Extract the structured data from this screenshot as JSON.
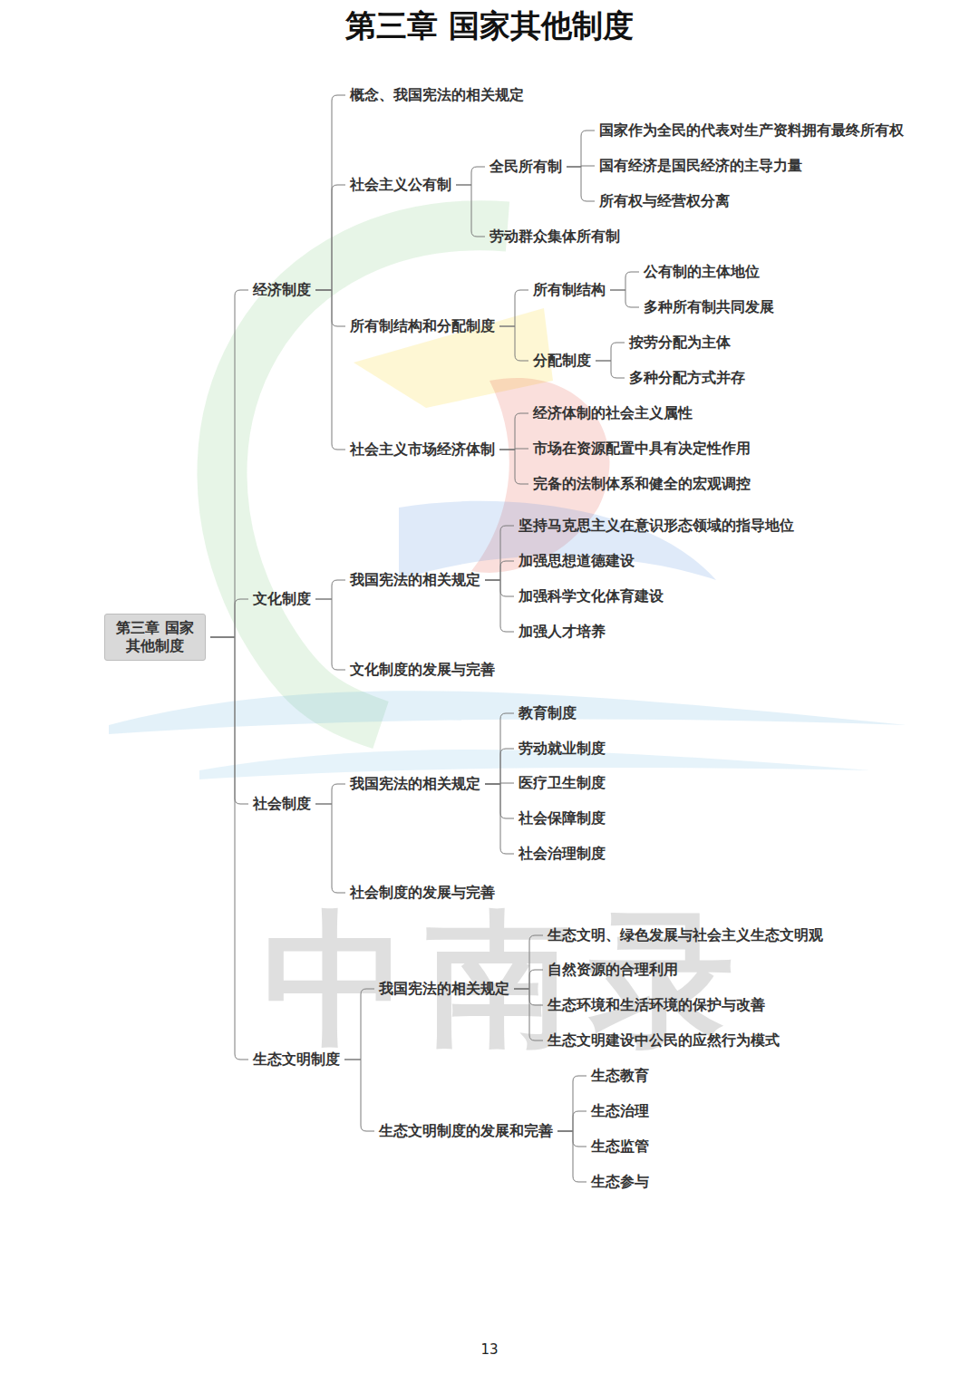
{
  "diagram": {
    "title": "第三章 国家其他制度",
    "nodes": [
      {
        "text": [
          "第三章 国家其他制度"
        ]
      },
      {
        "text": [
          "经济制度"
        ]
      },
      {
        "text": [
          "概念、我国宪法的相关规定"
        ]
      },
      {
        "text": [
          "社会主义公有制"
        ]
      },
      {
        "text": [
          "全民所有制"
        ]
      },
      {
        "text": [
          "国家作为全民的代表对生产资料拥有最终所有权"
        ]
      },
      {
        "text": [
          "国有经济是国民经济的主导力量"
        ]
      },
      {
        "text": [
          "所有权与经营权分离"
        ]
      },
      {
        "text": [
          "劳动群众集体所有制"
        ]
      },
      {
        "text": [
          "所有制结构和分配制度"
        ]
      },
      {
        "text": [
          "所有制结构"
        ]
      },
      {
        "text": [
          "公有制的主体地位"
        ]
      },
      {
        "text": [
          "多种所有制共同发展"
        ]
      },
      {
        "text": [
          "分配制度"
        ]
      },
      {
        "text": [
          "按劳分配为主体"
        ]
      },
      {
        "text": [
          "多种分配方式并存"
        ]
      },
      {
        "text": [
          "社会主义市场经济体制"
        ]
      },
      {
        "text": [
          "经济体制的社会主义属性"
        ]
      },
      {
        "text": [
          "市场在资源配置中具有决定性作用"
        ]
      },
      {
        "text": [
          "完备的法制体系和健全的宏观调控"
        ]
      },
      {
        "text": [
          "文化制度"
        ]
      },
      {
        "text": [
          "我国宪法的相关规定"
        ]
      },
      {
        "text": [
          "坚持马克思主义在意识形态领域的指导地位"
        ]
      },
      {
        "text": [
          "加强思想道德建设"
        ]
      },
      {
        "text": [
          "加强科学文化体育建设"
        ]
      },
      {
        "text": [
          "加强人才培养"
        ]
      },
      {
        "text": [
          "文化制度的发展与完善"
        ]
      },
      {
        "text": [
          "社会制度"
        ]
      },
      {
        "text": [
          "我国宪法的相关规定"
        ]
      },
      {
        "text": [
          "教育制度"
        ]
      },
      {
        "text": [
          "劳动就业制度"
        ]
      },
      {
        "text": [
          "医疗卫生制度"
        ]
      },
      {
        "text": [
          "社会保障制度"
        ]
      },
      {
        "text": [
          "社会治理制度"
        ]
      },
      {
        "text": [
          "社会制度的发展与完善"
        ]
      },
      {
        "text": [
          "生态文明制度"
        ]
      },
      {
        "text": [
          "我国宪法的相关规定"
        ]
      },
      {
        "text": [
          "生态文明、绿色发展与社会主义生态文明观"
        ]
      },
      {
        "text": [
          "自然资源的合理利用"
        ]
      },
      {
        "text": [
          "生态环境和生活环境的保护与改善"
        ]
      },
      {
        "text": [
          "生态文明建设中公民的应然行为模式"
        ]
      },
      {
        "text": [
          "生态文明制度的发展和完善"
        ]
      },
      {
        "text": [
          "生态教育"
        ]
      },
      {
        "text": [
          "生态治理"
        ]
      },
      {
        "text": [
          "生态监管"
        ]
      },
      {
        "text": [
          "生态参与"
        ]
      }
    ],
    "edges": [
      {
        "from": 0,
        "to": 1,
        "arrow": "none"
      },
      {
        "from": 1,
        "to": 2,
        "arrow": "none"
      },
      {
        "from": 1,
        "to": 3,
        "arrow": "none"
      },
      {
        "from": 3,
        "to": 4,
        "arrow": "none"
      },
      {
        "from": 4,
        "to": 5,
        "arrow": "none"
      },
      {
        "from": 4,
        "to": 6,
        "arrow": "none"
      },
      {
        "from": 4,
        "to": 7,
        "arrow": "none"
      },
      {
        "from": 3,
        "to": 8,
        "arrow": "none"
      },
      {
        "from": 1,
        "to": 9,
        "arrow": "none"
      },
      {
        "from": 9,
        "to": 10,
        "arrow": "none"
      },
      {
        "from": 10,
        "to": 11,
        "arrow": "none"
      },
      {
        "from": 10,
        "to": 12,
        "arrow": "none"
      },
      {
        "from": 9,
        "to": 13,
        "arrow": "none"
      },
      {
        "from": 13,
        "to": 14,
        "arrow": "none"
      },
      {
        "from": 13,
        "to": 15,
        "arrow": "none"
      },
      {
        "from": 1,
        "to": 16,
        "arrow": "none"
      },
      {
        "from": 16,
        "to": 17,
        "arrow": "none"
      },
      {
        "from": 16,
        "to": 18,
        "arrow": "none"
      },
      {
        "from": 16,
        "to": 19,
        "arrow": "none"
      },
      {
        "from": 0,
        "to": 20,
        "arrow": "none"
      },
      {
        "from": 20,
        "to": 21,
        "arrow": "none"
      },
      {
        "from": 21,
        "to": 22,
        "arrow": "none"
      },
      {
        "from": 21,
        "to": 23,
        "arrow": "none"
      },
      {
        "from": 21,
        "to": 24,
        "arrow": "none"
      },
      {
        "from": 21,
        "to": 25,
        "arrow": "none"
      },
      {
        "from": 20,
        "to": 26,
        "arrow": "none"
      },
      {
        "from": 0,
        "to": 27,
        "arrow": "none"
      },
      {
        "from": 27,
        "to": 28,
        "arrow": "none"
      },
      {
        "from": 28,
        "to": 29,
        "arrow": "none"
      },
      {
        "from": 28,
        "to": 30,
        "arrow": "none"
      },
      {
        "from": 28,
        "to": 31,
        "arrow": "none"
      },
      {
        "from": 28,
        "to": 32,
        "arrow": "none"
      },
      {
        "from": 28,
        "to": 33,
        "arrow": "none"
      },
      {
        "from": 27,
        "to": 34,
        "arrow": "none"
      },
      {
        "from": 0,
        "to": 35,
        "arrow": "none"
      },
      {
        "from": 35,
        "to": 36,
        "arrow": "none"
      },
      {
        "from": 36,
        "to": 37,
        "arrow": "none"
      },
      {
        "from": 36,
        "to": 38,
        "arrow": "none"
      },
      {
        "from": 36,
        "to": 39,
        "arrow": "none"
      },
      {
        "from": 36,
        "to": 40,
        "arrow": "none"
      },
      {
        "from": 35,
        "to": 41,
        "arrow": "none"
      },
      {
        "from": 41,
        "to": 42,
        "arrow": "none"
      },
      {
        "from": 41,
        "to": 43,
        "arrow": "none"
      },
      {
        "from": 41,
        "to": 44,
        "arrow": "none"
      },
      {
        "from": 41,
        "to": 45,
        "arrow": "none"
      }
    ],
    "labels": [
      "13",
      "中南录"
    ]
  }
}
